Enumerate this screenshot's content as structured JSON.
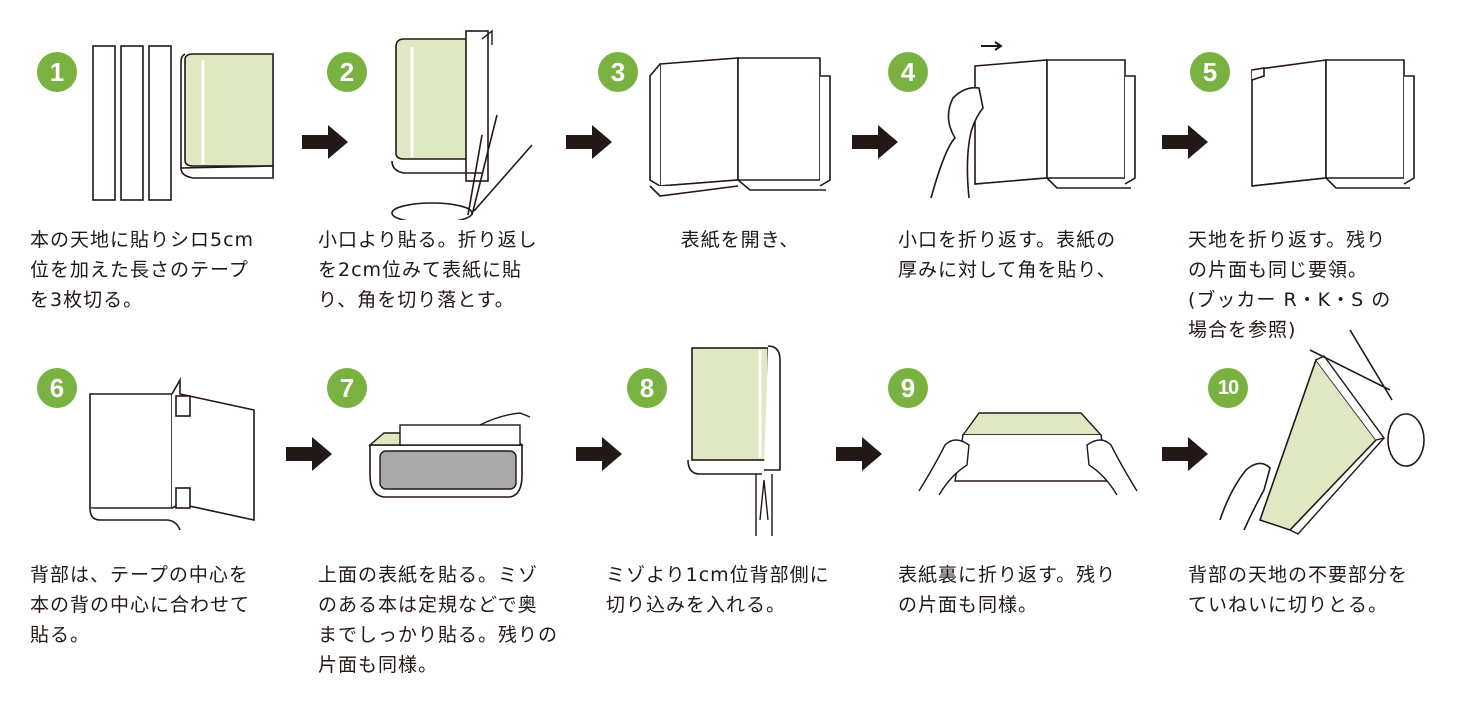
{
  "steps": [
    {
      "num": "1",
      "text": "本の天地に貼りシロ5cm\n位を加えた長さのテープ\nを3枚切る。"
    },
    {
      "num": "2",
      "text": "小口より貼る。折り返し\nを2cm位みて表紙に貼\nり、角を切り落とす。"
    },
    {
      "num": "3",
      "text": "表紙を開き、"
    },
    {
      "num": "4",
      "text": "小口を折り返す。表紙の\n厚みに対して角を貼り、"
    },
    {
      "num": "5",
      "text": "天地を折り返す。残り\nの片面も同じ要領。\n(ブッカー R・K・S の\n場合を参照)"
    },
    {
      "num": "6",
      "text": "背部は、テープの中心を\n本の背の中心に合わせて\n貼る。"
    },
    {
      "num": "7",
      "text": "上面の表紙を貼る。ミゾ\nのある本は定規などで奥\nまでしっかり貼る。残りの\n片面も同様。"
    },
    {
      "num": "8",
      "text": "ミゾより1cm位背部側に\n切り込みを入れる。"
    },
    {
      "num": "9",
      "text": "表紙裏に折り返す。残り\nの片面も同様。"
    },
    {
      "num": "10",
      "text": "背部の天地の不要部分を\nていねいに切りとる。"
    }
  ],
  "colors": {
    "badge": "#7ab241",
    "book": "#dfe8c2",
    "gray": "#a9a9a9",
    "ink": "#231815"
  }
}
